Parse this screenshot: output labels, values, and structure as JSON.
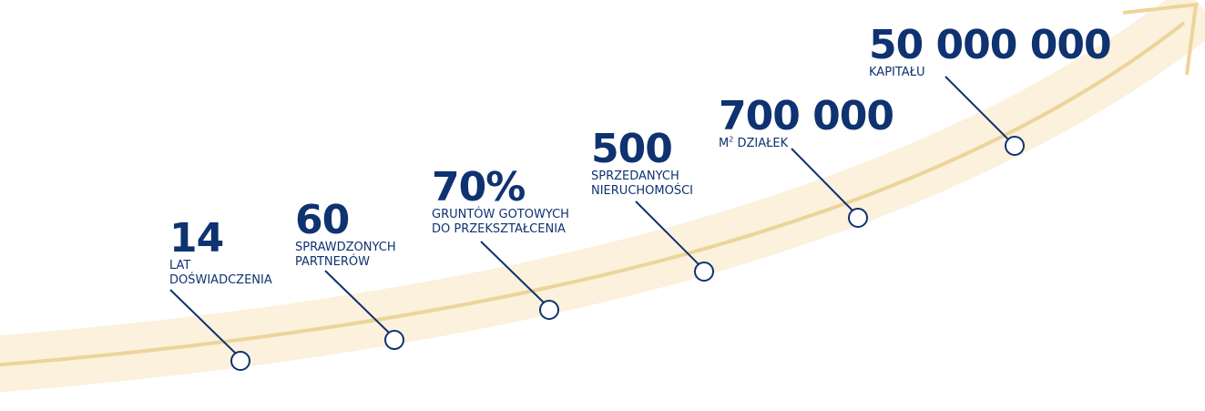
{
  "colors": {
    "navy": "#0f3270",
    "band": "#fbf1dc",
    "line": "#ecd49b",
    "arrow": "#eed49a"
  },
  "stats": [
    {
      "value": "14",
      "label_line1": "LAT",
      "label_line2": "DOŚWIADCZENIA"
    },
    {
      "value": "60",
      "label_line1": "SPRAWDZONYCH",
      "label_line2": "PARTNERÓW"
    },
    {
      "value": "70%",
      "label_line1": "GRUNTÓW GOTOWYCH",
      "label_line2": "DO PRZEKSZTAŁCENIA"
    },
    {
      "value": "500",
      "label_line1": "SPRZEDANYCH",
      "label_line2": "NIERUCHOMOŚCI"
    },
    {
      "value": "700 000",
      "label_prefix": "M",
      "label_sup": "2",
      "label_line1": " DZIAŁEK"
    },
    {
      "value": "50 000 000",
      "label_line1": "KAPITAŁU"
    }
  ]
}
